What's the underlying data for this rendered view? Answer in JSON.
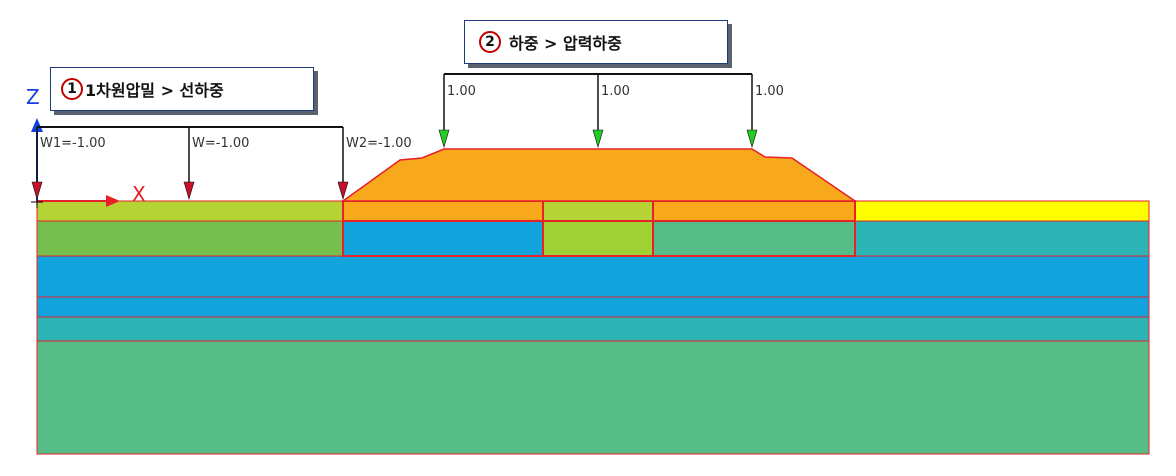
{
  "callouts": [
    {
      "number": "1",
      "text": "1차원압밀 > 선하중"
    },
    {
      "number": "2",
      "text": "하중 > 압력하중"
    }
  ],
  "axes": {
    "z_label": "Z",
    "x_label": "X"
  },
  "line_load_labels": {
    "w1": "W1=-1.00",
    "w": "W=-1.00",
    "w2": "W2=-1.00"
  },
  "pressure_load_labels": [
    "1.00",
    "1.00",
    "1.00"
  ],
  "colors": {
    "outline": "#e8202a",
    "line_load_arrow": "#c8102e",
    "pressure_arrow": "#22cc22",
    "embankment": "#f7a81b",
    "left_top_layer": "#b5d334",
    "right_top_layer": "#ffff00",
    "green_layer": "#76bf4f",
    "blue_layer": "#12a2dc",
    "teal_layer": "#2db5b5",
    "deep_layer": "#56bd86",
    "mid_green": "#9fd034",
    "axis_blue": "#1340e0",
    "axis_red": "#e8202a"
  }
}
